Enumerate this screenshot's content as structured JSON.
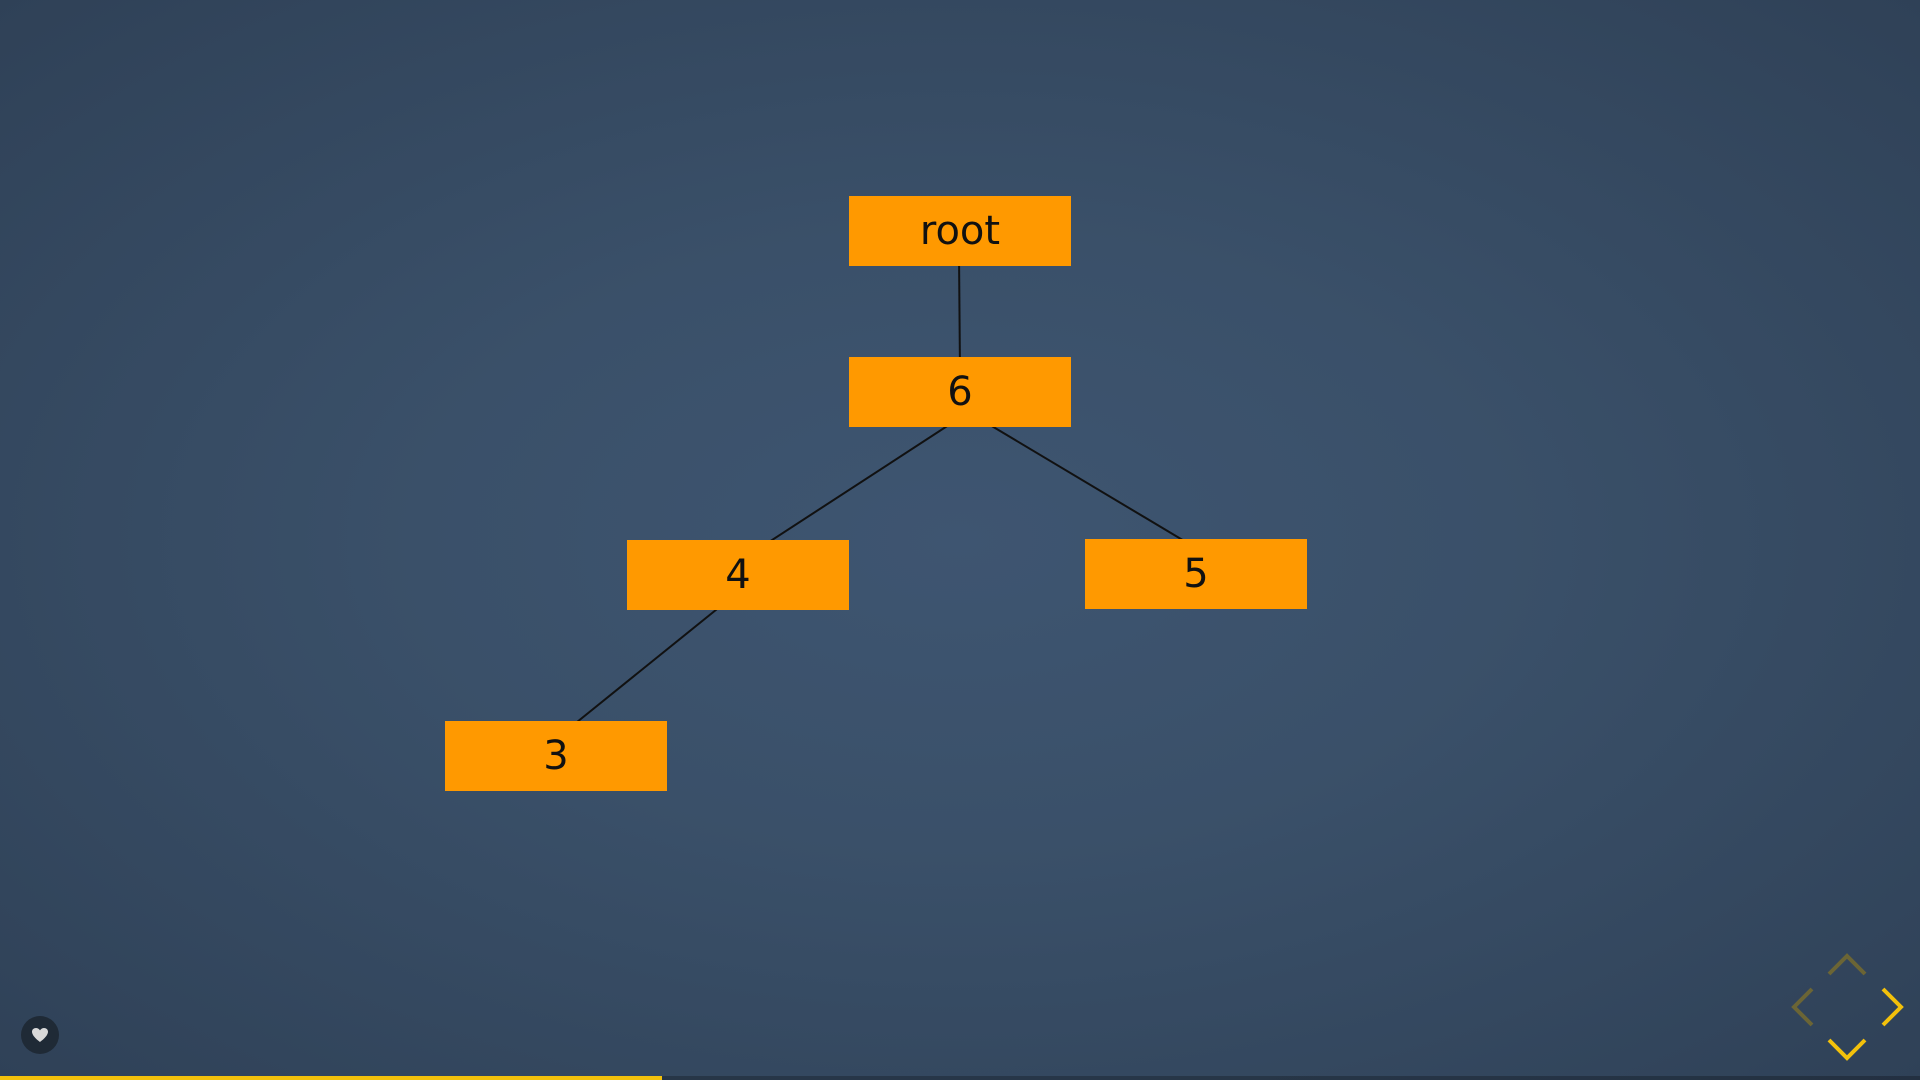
{
  "diagram": {
    "nodes": [
      {
        "id": "root",
        "label": "root"
      },
      {
        "id": "n6",
        "label": "6"
      },
      {
        "id": "n4",
        "label": "4"
      },
      {
        "id": "n5",
        "label": "5"
      },
      {
        "id": "n3",
        "label": "3"
      }
    ],
    "edges": [
      {
        "from": "root",
        "to": "n6"
      },
      {
        "from": "n6",
        "to": "n4"
      },
      {
        "from": "n6",
        "to": "n5"
      },
      {
        "from": "n4",
        "to": "n3"
      }
    ]
  },
  "progress": {
    "fraction": 0.345
  },
  "icons": {
    "like": "heart-icon",
    "nav_up": "chevron-up-icon",
    "nav_down": "chevron-down-icon",
    "nav_left": "chevron-left-icon",
    "nav_right": "chevron-right-icon"
  },
  "colors": {
    "node_fill": "#ff9900",
    "node_text": "#111111",
    "edge": "#111111",
    "accent": "#f3c10b",
    "accent_dim": "#6b6535",
    "background": "#3a5069"
  }
}
